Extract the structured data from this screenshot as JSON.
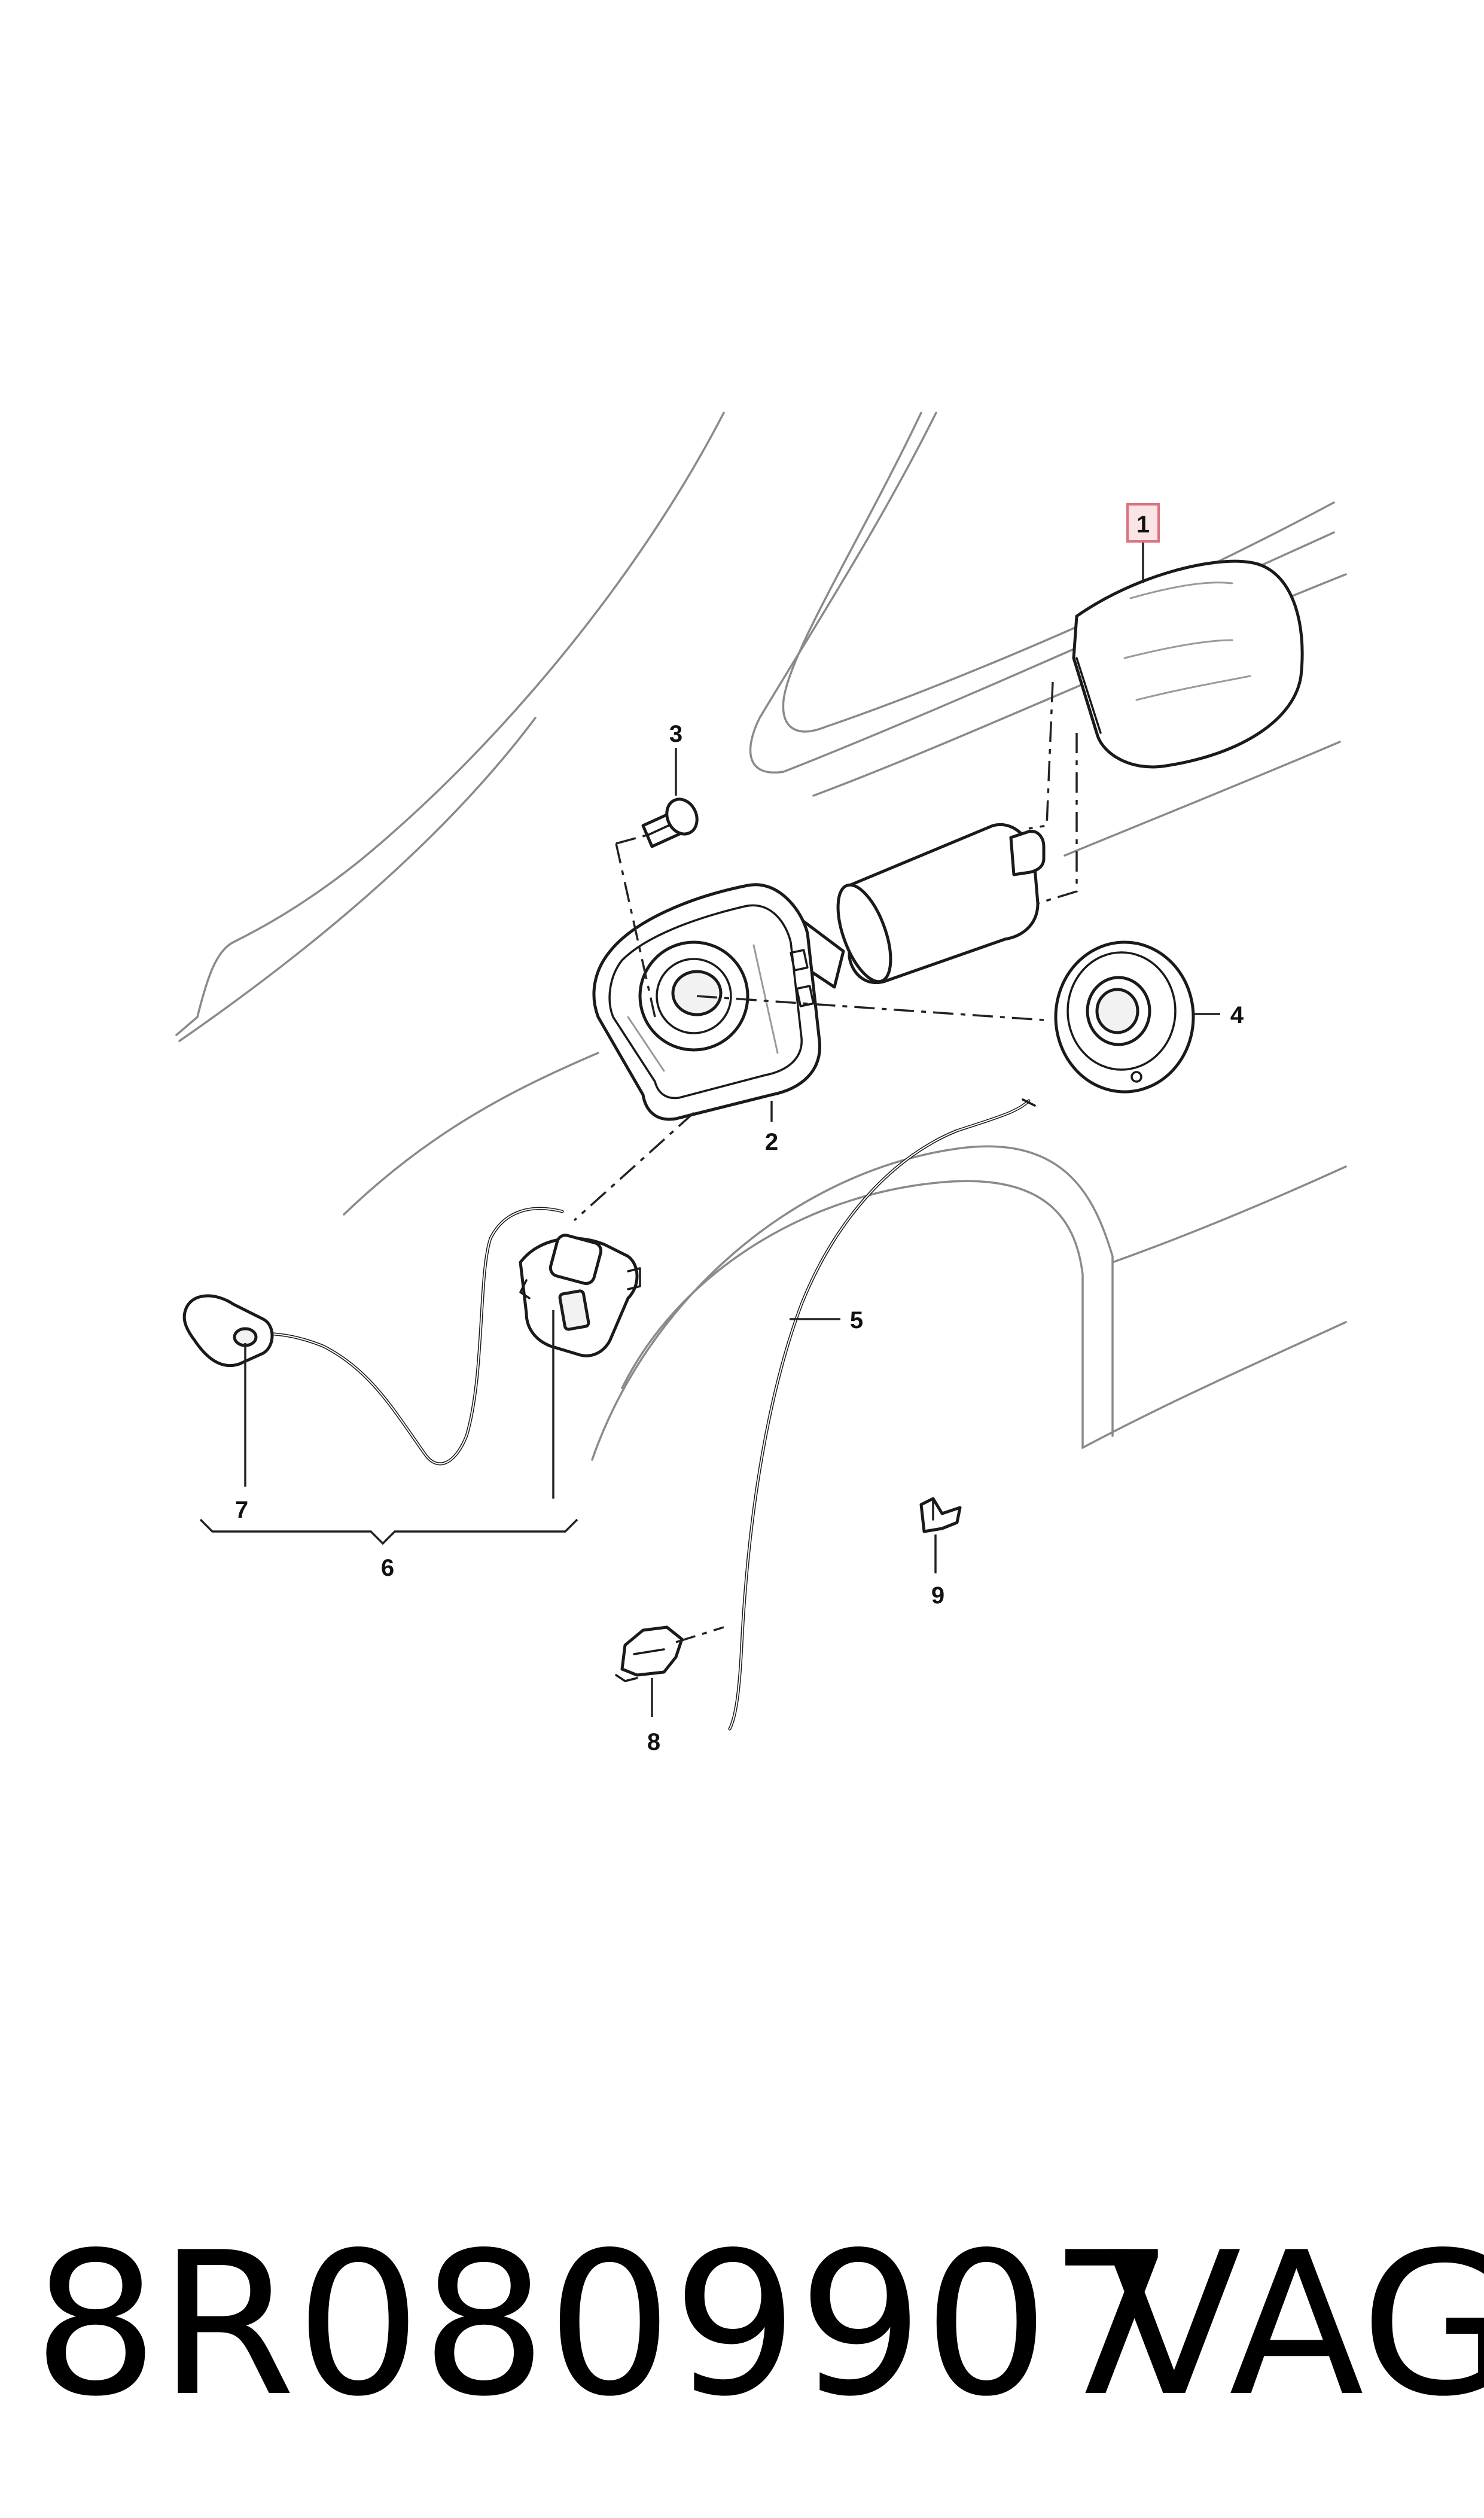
{
  "callouts": {
    "c1": "1",
    "c2": "2",
    "c3": "3",
    "c4": "4",
    "c5": "5",
    "c6": "6",
    "c7": "7",
    "c8": "8",
    "c9": "9"
  },
  "highlighted_callout": "1",
  "highlight_color": "#fbe4e6",
  "caption": {
    "part_number": "8R0809907",
    "brand": "VAG"
  }
}
